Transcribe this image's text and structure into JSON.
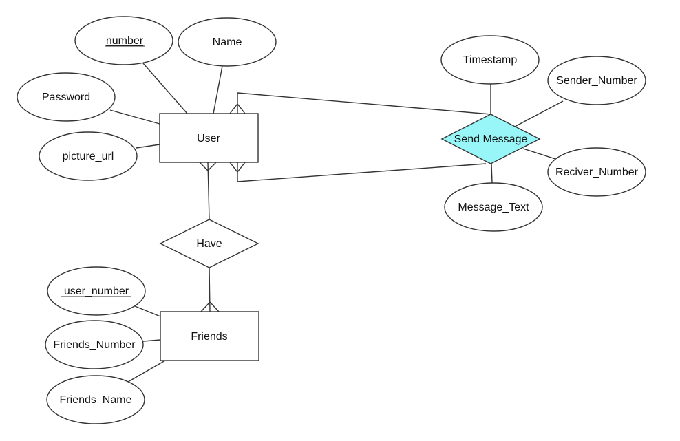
{
  "entities": {
    "user": "User",
    "friends": "Friends"
  },
  "relationships": {
    "send_message": "Send Message",
    "have": "Have"
  },
  "attributes": {
    "number": "number",
    "name": "Name",
    "password": "Password",
    "picture_url": "picture_url",
    "timestamp": "Timestamp",
    "sender_number": "Sender_Number",
    "receiver_number": "Reciver_Number",
    "message_text": "Message_Text",
    "user_number": "user_number",
    "friends_number": "Friends_Number",
    "friends_name": "Friends_Name"
  },
  "colors": {
    "highlight_relationship": "#99f6f8",
    "stroke": "#333333",
    "fill": "#ffffff"
  }
}
